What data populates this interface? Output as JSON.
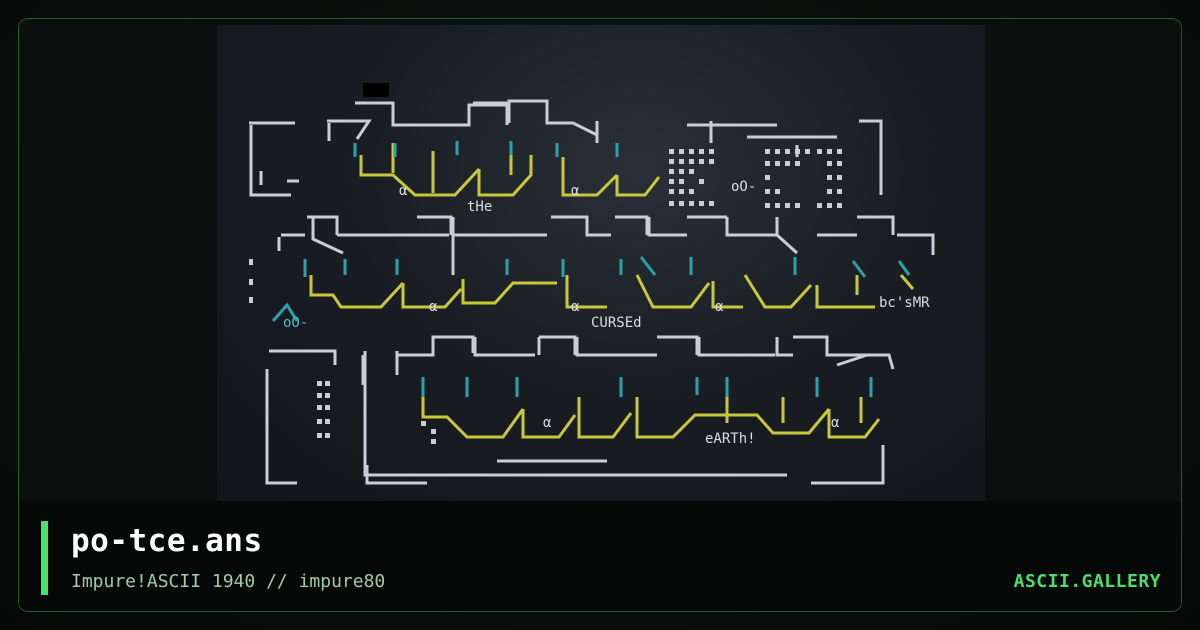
{
  "artwork": {
    "text_line1": "tHe",
    "text_line2": "CURSEd",
    "text_line3": "eARTh!",
    "face_1": "oO-",
    "face_2": "oO-",
    "alpha": "α",
    "credit": "bc'sMR",
    "colors": {
      "outline": "#c9ced6",
      "yellow": "#c8c93a",
      "cyan": "#2aa3a8",
      "background": "#1c2128"
    }
  },
  "caption": {
    "title": "po-tce.ans",
    "subtitle": "Impure!ASCII 1940 // impure80",
    "brand": "ASCII.GALLERY"
  }
}
